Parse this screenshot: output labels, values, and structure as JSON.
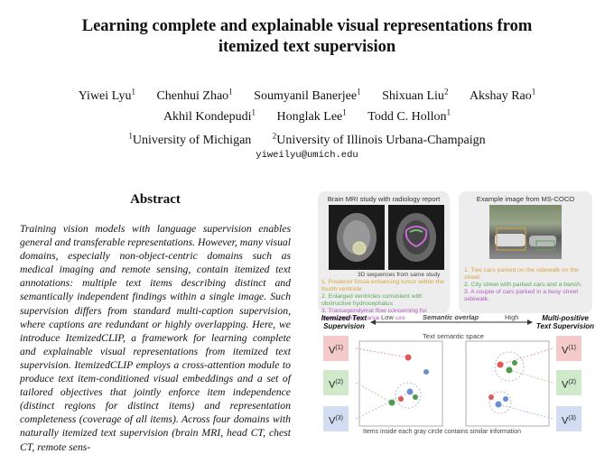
{
  "paper": {
    "title_line1": "Learning complete and explainable visual representations from",
    "title_line2": "itemized text supervision",
    "authors": [
      {
        "name": "Yiwei Lyu",
        "aff": "1"
      },
      {
        "name": "Chenhui Zhao",
        "aff": "1"
      },
      {
        "name": "Soumyanil Banerjee",
        "aff": "1"
      },
      {
        "name": "Shixuan Liu",
        "aff": "2"
      },
      {
        "name": "Akshay Rao",
        "aff": "1"
      },
      {
        "name": "Akhil Kondepudi",
        "aff": "1"
      },
      {
        "name": "Honglak Lee",
        "aff": "1"
      },
      {
        "name": "Todd C. Hollon",
        "aff": "1"
      }
    ],
    "affiliations": [
      {
        "num": "1",
        "name": "University of Michigan"
      },
      {
        "num": "2",
        "name": "University of Illinois Urbana-Champaign"
      }
    ],
    "email": "yiweilyu@umich.edu",
    "abstract_heading": "Abstract",
    "abstract_text": "Training vision models with language supervision enables general and transferable representations. However, many visual domains, especially non-object-centric domains such as medical imaging and remote sensing, contain itemized text annotations: multiple text items describing distinct and semantically independent findings within a single image. Such supervision differs from standard multi-caption supervision, where captions are redundant or highly overlapping. Here, we introduce ItemizedCLIP, a framework for learning complete and explainable visual representations from itemized text supervision. ItemizedCLIP employs a cross-attention module to produce text item-conditioned visual embeddings and a set of tailored objectives that jointly enforce item independence (distinct regions for distinct items) and representation completeness (coverage of all items). Across four domains with naturally itemized text supervision (brain MRI, head CT, chest CT, remote sens-"
  },
  "figure": {
    "left_panel_title": "Brain MRI study with radiology report",
    "left_caption": "3D sequences from same study",
    "left_items": [
      "1. Posterior fossa enhancing tumor within the fourth ventricle",
      "2. Enlarged ventricles consistent with obstructive hydrocephalus",
      "3. Transependymal flow concerning for increased intracranial pressure"
    ],
    "right_panel_title": "Example image from MS-COCO",
    "right_items": [
      "1. Two cars parked on the sidewalk on the street.",
      "2. City street with parked cars and a bench.",
      "3. A couple of cars parked in a busy street sidewalk."
    ],
    "label_left": "Itemized Text Supervision",
    "label_right": "Multi-positive Text Supervision",
    "axis_low": "Low",
    "axis_mid": "Semantic overlap",
    "axis_high": "High",
    "space_title": "Text semantic space",
    "space_caption": "Items inside each gray circle contains similar information",
    "v_labels": [
      "V",
      "V",
      "V"
    ],
    "v_sups": [
      "(1)",
      "(2)",
      "(3)"
    ],
    "colors": {
      "item1": "#d9a441",
      "item2": "#5aa65a",
      "item3": "#b35bc4",
      "red": "#e79a9a",
      "green": "#a8d5a0",
      "blue": "#a9bfe6"
    }
  }
}
